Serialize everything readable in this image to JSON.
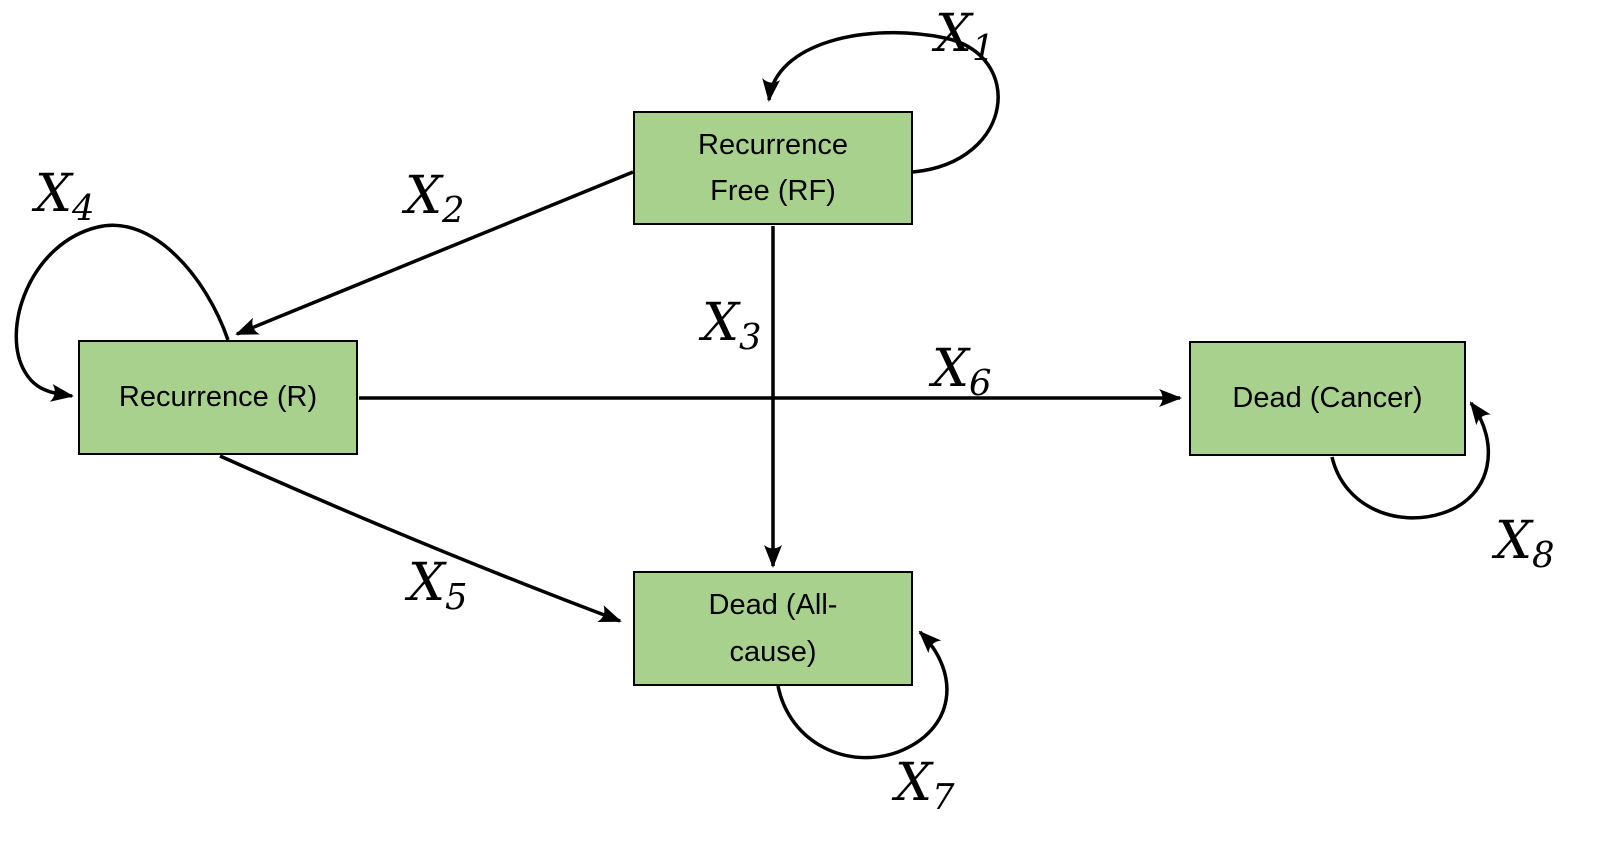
{
  "diagram": {
    "type": "state-transition-diagram",
    "background": "#ffffff",
    "nodes": [
      {
        "id": "recurrence-free",
        "lines": [
          "Recurrence",
          "Free (RF)"
        ]
      },
      {
        "id": "recurrence",
        "lines": [
          "Recurrence (R)"
        ]
      },
      {
        "id": "dead-cancer",
        "lines": [
          "Dead (Cancer)"
        ]
      },
      {
        "id": "dead-all-cause",
        "lines": [
          "Dead (All-",
          "cause)"
        ]
      }
    ],
    "edges": [
      {
        "id": "X1",
        "label": {
          "base": "X",
          "sub": "1"
        },
        "from": "recurrence-free",
        "to": "recurrence-free",
        "kind": "self-loop"
      },
      {
        "id": "X2",
        "label": {
          "base": "X",
          "sub": "2"
        },
        "from": "recurrence-free",
        "to": "recurrence",
        "kind": "arrow"
      },
      {
        "id": "X3",
        "label": {
          "base": "X",
          "sub": "3"
        },
        "from": "recurrence-free",
        "to": "dead-all-cause",
        "kind": "arrow"
      },
      {
        "id": "X4",
        "label": {
          "base": "X",
          "sub": "4"
        },
        "from": "recurrence",
        "to": "recurrence",
        "kind": "self-loop"
      },
      {
        "id": "X5",
        "label": {
          "base": "X",
          "sub": "5"
        },
        "from": "recurrence",
        "to": "dead-all-cause",
        "kind": "arrow"
      },
      {
        "id": "X6",
        "label": {
          "base": "X",
          "sub": "6"
        },
        "from": "recurrence",
        "to": "dead-cancer",
        "kind": "arrow"
      },
      {
        "id": "X7",
        "label": {
          "base": "X",
          "sub": "7"
        },
        "from": "dead-all-cause",
        "to": "dead-all-cause",
        "kind": "self-loop"
      },
      {
        "id": "X8",
        "label": {
          "base": "X",
          "sub": "8"
        },
        "from": "dead-cancer",
        "to": "dead-cancer",
        "kind": "self-loop"
      }
    ],
    "colors": {
      "node_fill": "#a9d18e",
      "node_border": "#000000",
      "arrow": "#000000",
      "text": "#000000"
    }
  }
}
